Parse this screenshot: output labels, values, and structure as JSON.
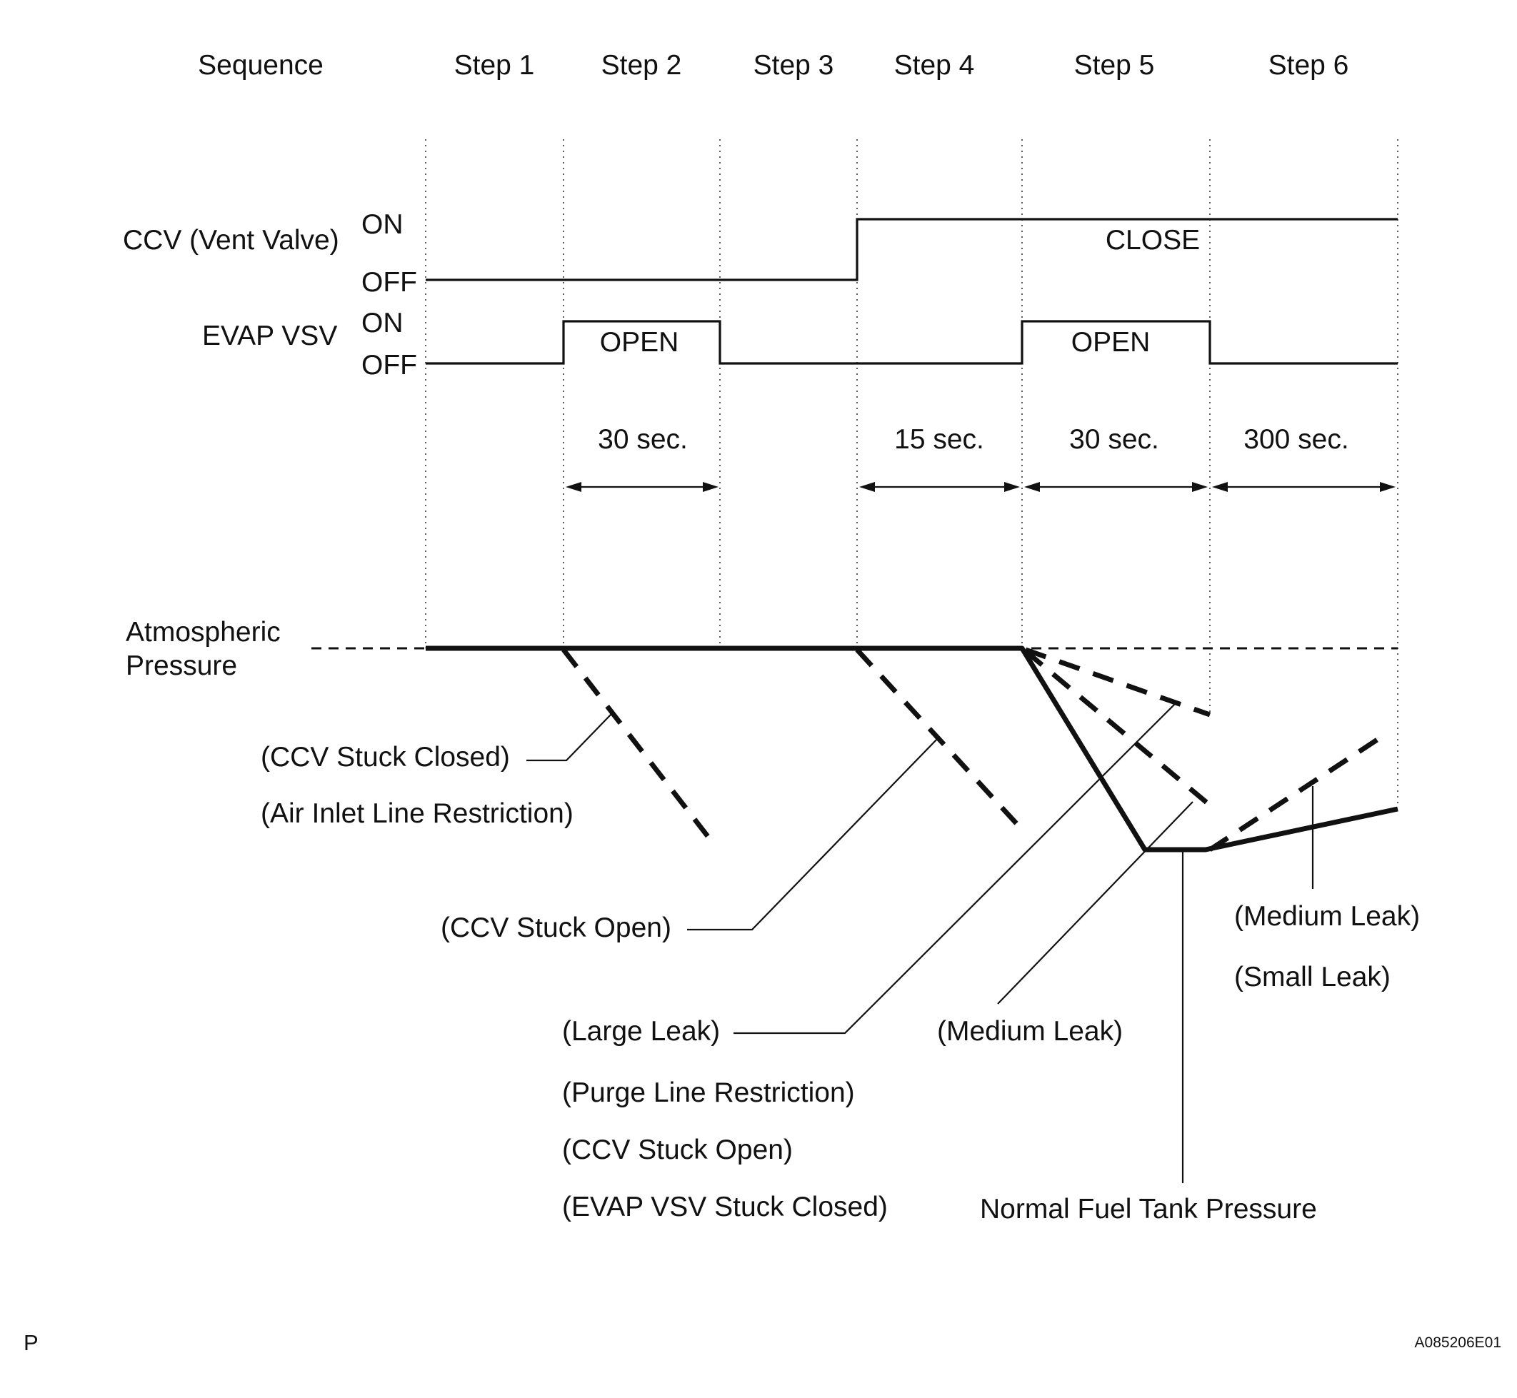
{
  "header": {
    "sequence_label": "Sequence",
    "steps": [
      "Step 1",
      "Step 2",
      "Step 3",
      "Step 4",
      "Step 5",
      "Step 6"
    ]
  },
  "signals": {
    "ccv": {
      "name": "CCV (Vent Valve)",
      "on_label": "ON",
      "off_label": "OFF",
      "state_label": "CLOSE"
    },
    "evap_vsv": {
      "name": "EVAP VSV",
      "on_label": "ON",
      "off_label": "OFF",
      "state_label_1": "OPEN",
      "state_label_2": "OPEN"
    }
  },
  "durations": [
    "30 sec.",
    "15 sec.",
    "30 sec.",
    "300 sec."
  ],
  "pressure": {
    "atmospheric_line1": "Atmospheric",
    "atmospheric_line2": "Pressure"
  },
  "annotations": {
    "ccv_stuck_closed": "(CCV Stuck Closed)",
    "air_inlet_restriction": "(Air Inlet Line Restriction)",
    "ccv_stuck_open_1": "(CCV Stuck Open)",
    "large_leak": "(Large Leak)",
    "purge_line_restriction": "(Purge Line Restriction)",
    "ccv_stuck_open_2": "(CCV Stuck Open)",
    "evap_vsv_stuck_closed": "(EVAP VSV Stuck Closed)",
    "medium_leak_1": "(Medium Leak)",
    "normal_fuel_tank_pressure": "Normal Fuel Tank Pressure",
    "medium_leak_2": "(Medium Leak)",
    "small_leak": "(Small Leak)"
  },
  "footer": {
    "left_mark": "P",
    "figure_code": "A085206E01"
  }
}
